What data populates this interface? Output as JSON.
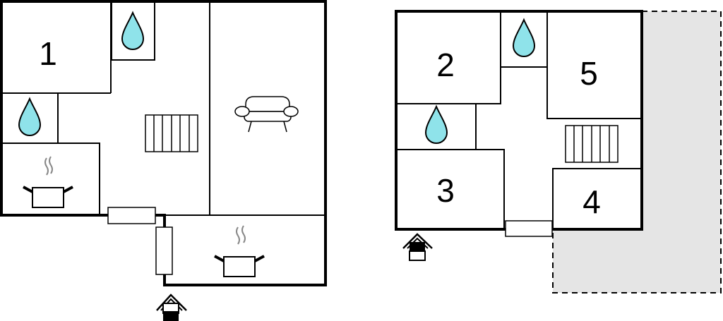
{
  "floorplan": {
    "ground_floor": {
      "rooms": [
        {
          "label": "1"
        }
      ]
    },
    "upper_floor": {
      "rooms": [
        {
          "label": "2"
        },
        {
          "label": "3"
        },
        {
          "label": "4"
        },
        {
          "label": "5"
        }
      ]
    },
    "icons": {
      "bathroom": "water-drop-icon",
      "kitchen": "cooking-pot-icon",
      "living": "sofa-icon",
      "stairs": "stairs-icon",
      "entrance": "entrance-house-icon"
    },
    "colors": {
      "water": "#8fe3ea",
      "terrace": "#e5e5e5",
      "wall": "#000000"
    }
  }
}
